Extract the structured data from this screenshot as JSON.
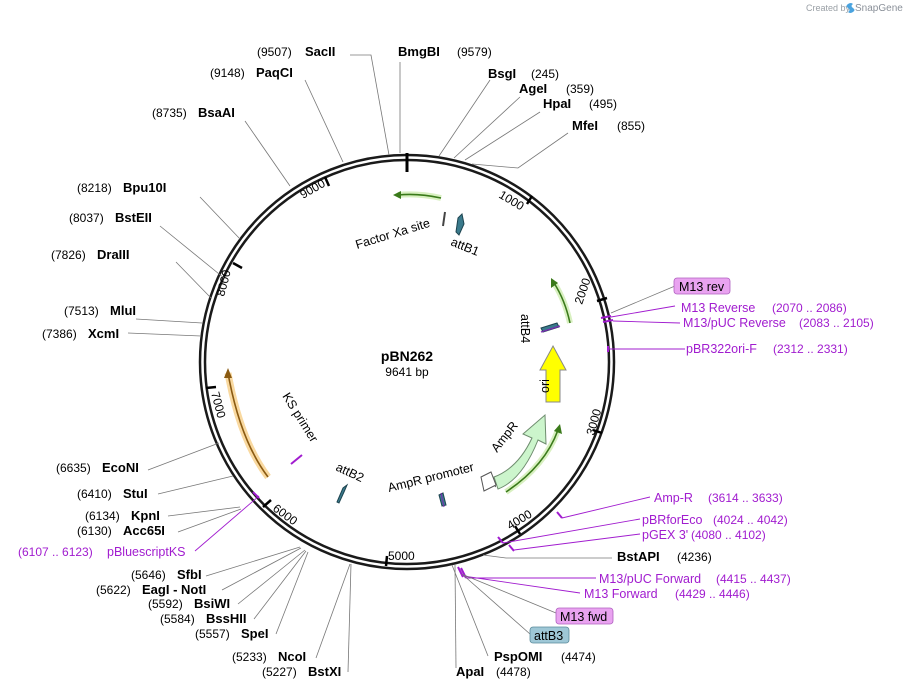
{
  "credit": {
    "prefix": "Created by",
    "brand": "SnapGene"
  },
  "plasmid": {
    "name": "pBN262",
    "length_label": "9641 bp",
    "length": 9641
  },
  "ticks": [
    "1000",
    "2000",
    "3000",
    "4000",
    "5000",
    "6000",
    "7000",
    "8000",
    "9000"
  ],
  "enzymes": [
    {
      "name": "SacII",
      "pos": "(9507)"
    },
    {
      "name": "BmgBI",
      "pos": "(9579)"
    },
    {
      "name": "BsgI",
      "pos": "(245)"
    },
    {
      "name": "AgeI",
      "pos": "(359)"
    },
    {
      "name": "HpaI",
      "pos": "(495)"
    },
    {
      "name": "MfeI",
      "pos": "(855)"
    },
    {
      "name": "PaqCI",
      "pos": "(9148)"
    },
    {
      "name": "BsaAI",
      "pos": "(8735)"
    },
    {
      "name": "Bpu10I",
      "pos": "(8218)"
    },
    {
      "name": "BstEII",
      "pos": "(8037)"
    },
    {
      "name": "DraIII",
      "pos": "(7826)"
    },
    {
      "name": "MluI",
      "pos": "(7513)"
    },
    {
      "name": "XcmI",
      "pos": "(7386)"
    },
    {
      "name": "EcoNI",
      "pos": "(6635)"
    },
    {
      "name": "StuI",
      "pos": "(6410)"
    },
    {
      "name": "KpnI",
      "pos": "(6134)"
    },
    {
      "name": "Acc65I",
      "pos": "(6130)"
    },
    {
      "name": "SfbI",
      "pos": "(5646)"
    },
    {
      "name": "EagI - NotI",
      "pos": "(5622)"
    },
    {
      "name": "BsiWI",
      "pos": "(5592)"
    },
    {
      "name": "BssHII",
      "pos": "(5584)"
    },
    {
      "name": "SpeI",
      "pos": "(5557)"
    },
    {
      "name": "NcoI",
      "pos": "(5233)"
    },
    {
      "name": "BstXI",
      "pos": "(5227)"
    },
    {
      "name": "ApaI",
      "pos": "(4478)"
    },
    {
      "name": "PspOMI",
      "pos": "(4474)"
    },
    {
      "name": "BstAPI",
      "pos": "(4236)"
    }
  ],
  "primers": [
    {
      "name": "M13 Reverse",
      "pos": "(2070 .. 2086)"
    },
    {
      "name": "M13/pUC Reverse",
      "pos": "(2083 .. 2105)"
    },
    {
      "name": "pBR322ori-F",
      "pos": "(2312 .. 2331)"
    },
    {
      "name": "Amp-R",
      "pos": "(3614 .. 3633)"
    },
    {
      "name": "pBRforEco",
      "pos": "(4024 .. 4042)"
    },
    {
      "name": "pGEX 3'",
      "pos": "(4080 .. 4102)"
    },
    {
      "name": "M13/pUC Forward",
      "pos": "(4415 .. 4437)"
    },
    {
      "name": "M13 Forward",
      "pos": "(4429 .. 4446)"
    },
    {
      "name": "pBluescriptKS",
      "pos": "(6107 .. 6123)"
    }
  ],
  "boxed_labels": {
    "m13_rev": "M13 rev",
    "m13_fwd": "M13 fwd",
    "attB3": "attB3"
  },
  "features": [
    {
      "name": "Factor Xa site"
    },
    {
      "name": "attB1"
    },
    {
      "name": "attB4"
    },
    {
      "name": "ori"
    },
    {
      "name": "AmpR"
    },
    {
      "name": "AmpR promoter"
    },
    {
      "name": "attB2"
    },
    {
      "name": "KS primer"
    }
  ],
  "colors": {
    "backbone": "#1a1a1a",
    "primer": "#a11ccf",
    "primer_box": "#e9a3f0",
    "attB3_box": "#9ec7d6",
    "ori": "#ffff00",
    "ampr": "#ccf5cc",
    "green_arrow": "#6fbf3a",
    "orange_arrow": "#f2b24a",
    "att_site": "#3a7a8c"
  }
}
